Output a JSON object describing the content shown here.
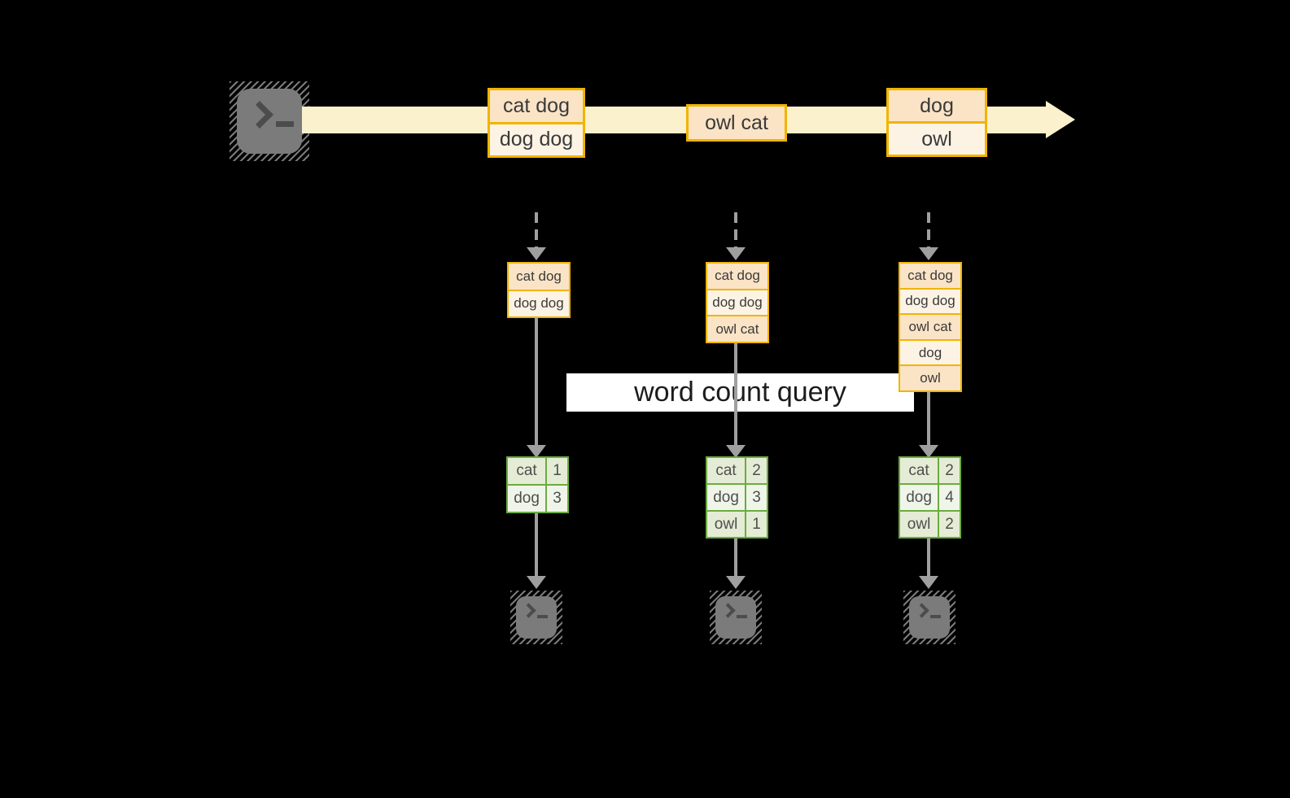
{
  "label": {
    "text": "word count query"
  },
  "stream": {
    "events": [
      {
        "rows": [
          "cat dog",
          "dog dog"
        ]
      },
      {
        "rows": [
          "owl cat"
        ]
      },
      {
        "rows": [
          "dog",
          "owl"
        ]
      }
    ]
  },
  "columns": [
    {
      "state_rows": [
        "cat dog",
        "dog dog"
      ],
      "counts": [
        [
          "cat",
          "1"
        ],
        [
          "dog",
          "3"
        ]
      ]
    },
    {
      "state_rows": [
        "cat dog",
        "dog dog",
        "owl cat"
      ],
      "counts": [
        [
          "cat",
          "2"
        ],
        [
          "dog",
          "3"
        ],
        [
          "owl",
          "1"
        ]
      ]
    },
    {
      "state_rows": [
        "cat dog",
        "dog dog",
        "owl cat",
        "dog",
        "owl"
      ],
      "counts": [
        [
          "cat",
          "2"
        ],
        [
          "dog",
          "4"
        ],
        [
          "owl",
          "2"
        ]
      ]
    }
  ],
  "icons": {
    "source": "terminal-icon",
    "sinks": [
      "terminal-icon",
      "terminal-icon",
      "terminal-icon"
    ]
  },
  "colors": {
    "bg": "#000000",
    "gold": "#f0b400",
    "peach": "#fbe3c6",
    "cream": "#fdf3e4",
    "band": "#fbf1cd",
    "green": "#6cab3f",
    "gcell-a": "#e4ecd6",
    "gcell-b": "#f0f5ea",
    "arrow": "#9f9f9f",
    "term": "#7b7b7b",
    "termdark": "#4c4c4c",
    "label-bg": "#ffffff",
    "label-ink": "#1c1c1c"
  }
}
